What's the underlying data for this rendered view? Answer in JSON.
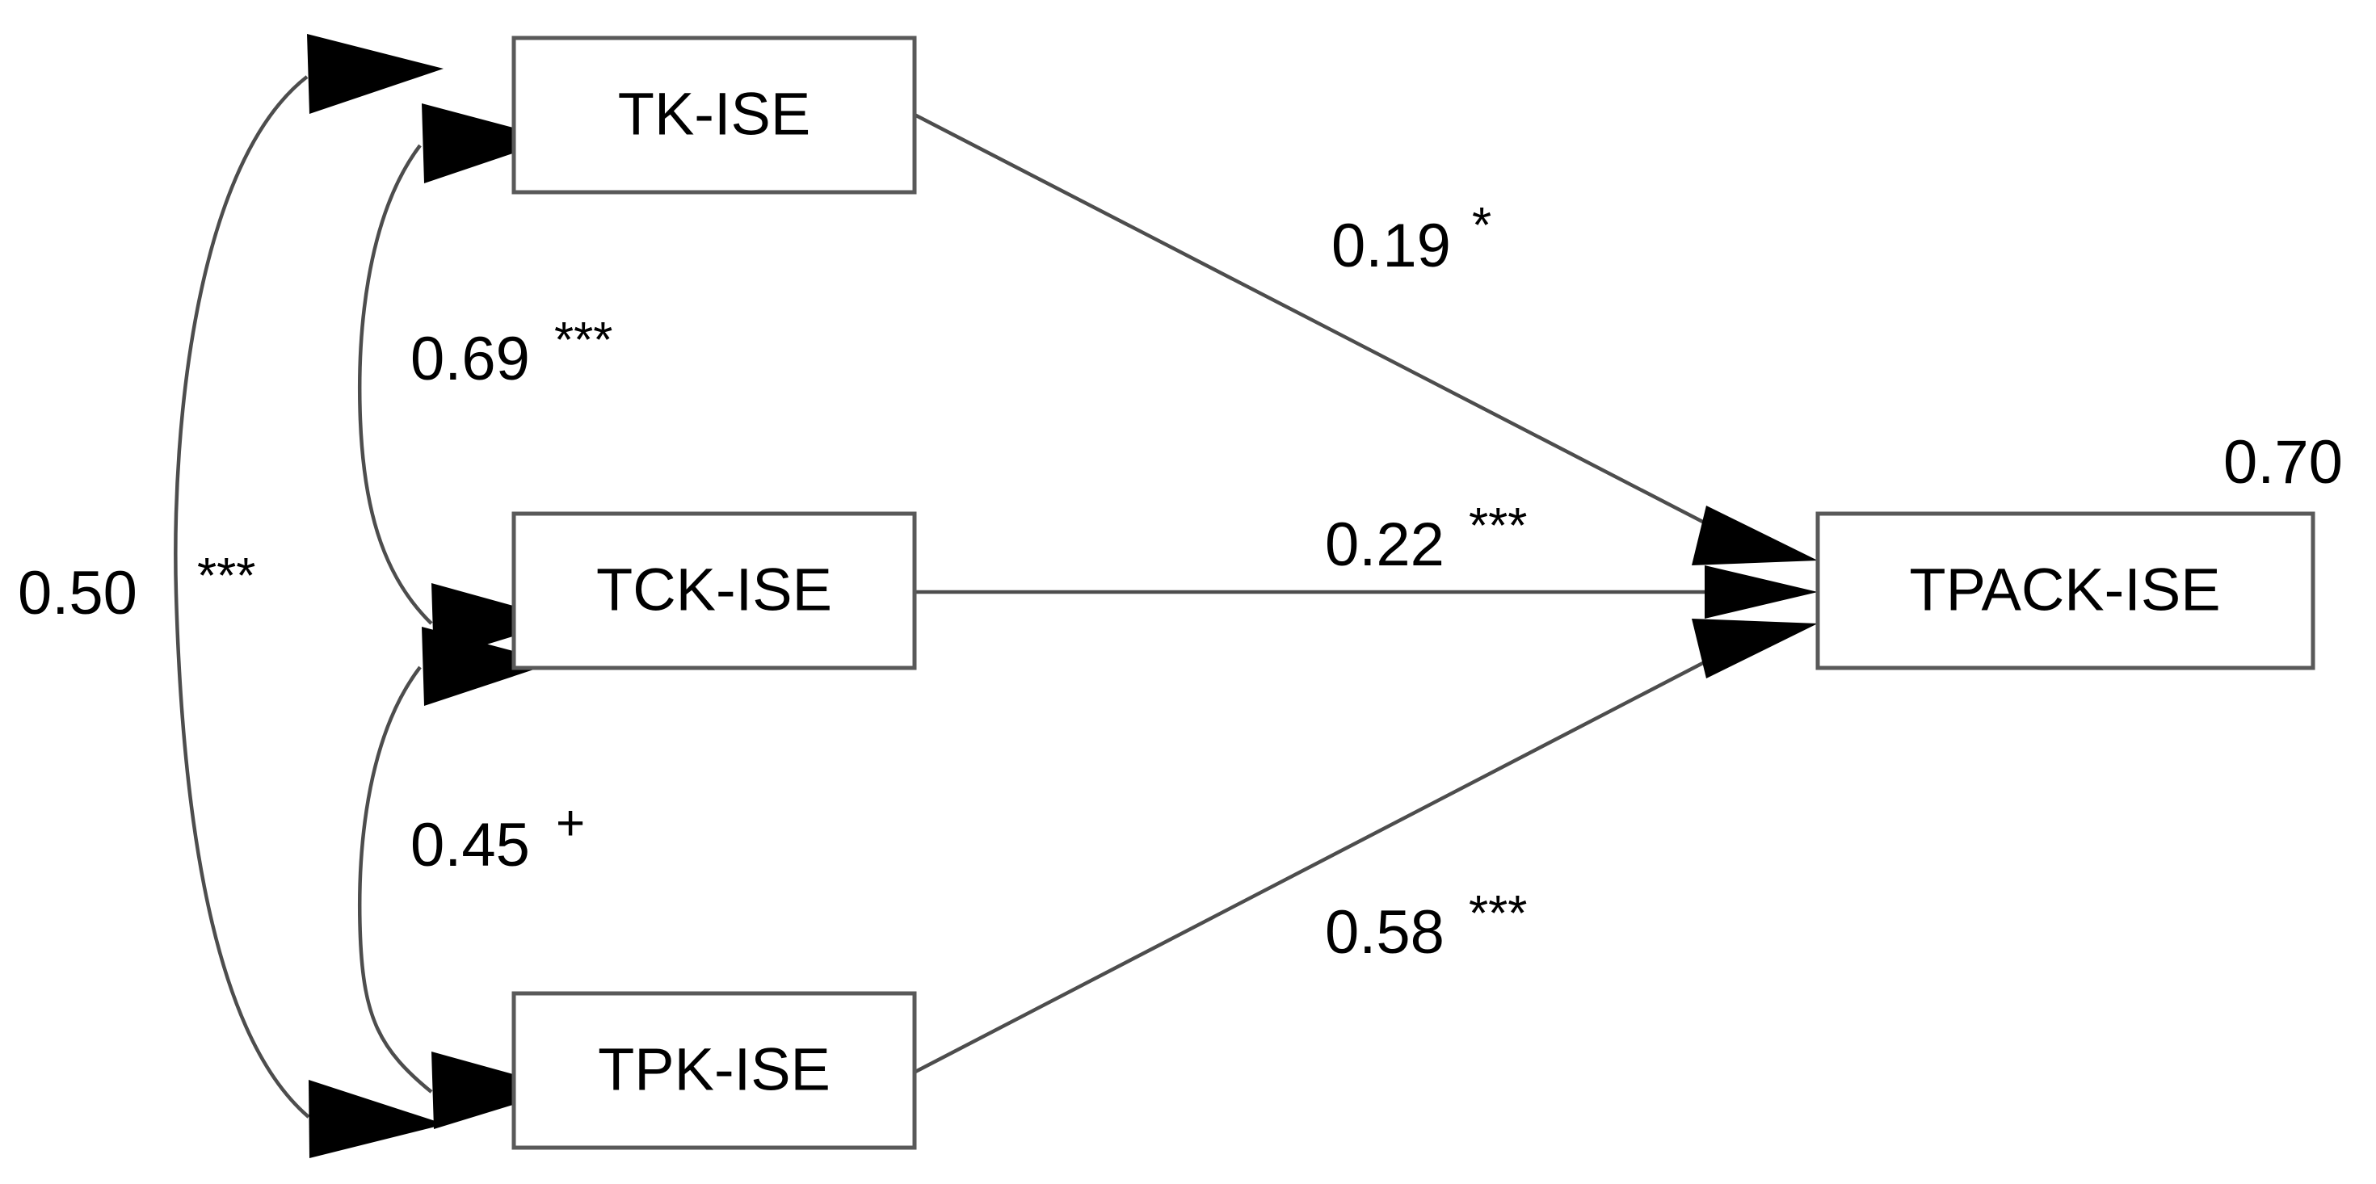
{
  "diagram": {
    "type": "structural-equation-model-path-diagram",
    "nodes": [
      {
        "id": "tk",
        "label": "TK-ISE"
      },
      {
        "id": "tck",
        "label": "TCK-ISE"
      },
      {
        "id": "tpk",
        "label": "TPK-ISE"
      },
      {
        "id": "tpack",
        "label": "TPACK-ISE"
      }
    ],
    "paths": [
      {
        "id": "tk-tpack",
        "from": "TK-ISE",
        "to": "TPACK-ISE",
        "coefficient": "0.19",
        "significance": "*",
        "kind": "directed"
      },
      {
        "id": "tck-tpack",
        "from": "TCK-ISE",
        "to": "TPACK-ISE",
        "coefficient": "0.22",
        "significance": "***",
        "kind": "directed"
      },
      {
        "id": "tpk-tpack",
        "from": "TPK-ISE",
        "to": "TPACK-ISE",
        "coefficient": "0.58",
        "significance": "***",
        "kind": "directed"
      },
      {
        "id": "tk-tck",
        "from": "TK-ISE",
        "to": "TCK-ISE",
        "coefficient": "0.69",
        "significance": "***",
        "kind": "covariance"
      },
      {
        "id": "tck-tpk",
        "from": "TCK-ISE",
        "to": "TPK-ISE",
        "coefficient": "0.45",
        "significance": "+",
        "kind": "covariance"
      },
      {
        "id": "tk-tpk",
        "from": "TK-ISE",
        "to": "TPK-ISE",
        "coefficient": "0.50",
        "significance": "***",
        "kind": "covariance"
      }
    ],
    "variance_explained": [
      {
        "node": "TPACK-ISE",
        "value": "0.70"
      }
    ],
    "colors": {
      "box_stroke": "#595959",
      "line_stroke": "#4d4d4d",
      "arrow_fill": "#000000",
      "text": "#000000",
      "background": "#ffffff"
    }
  }
}
